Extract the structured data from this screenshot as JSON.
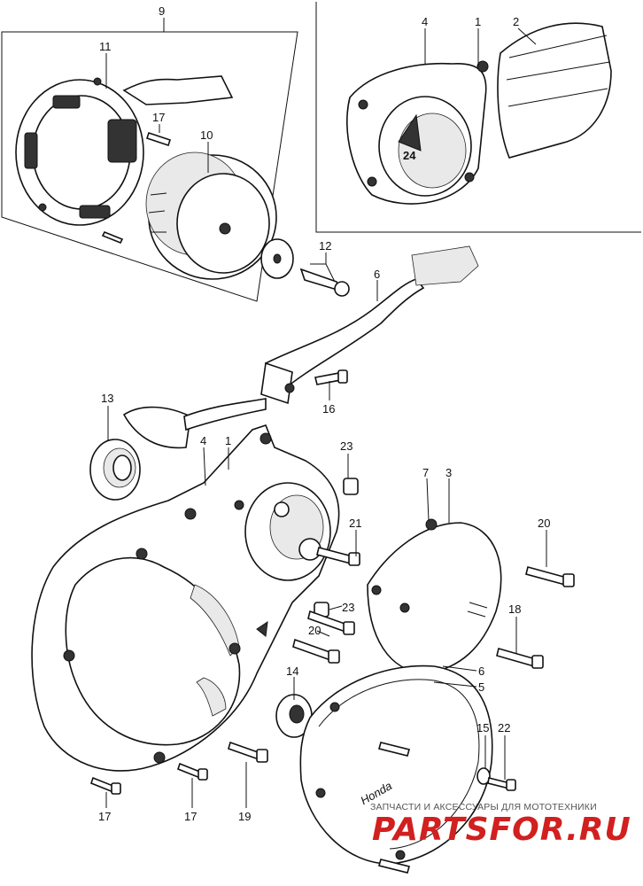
{
  "callouts": {
    "c9": "9",
    "c11": "11",
    "c17a": "17",
    "c10": "10",
    "c12": "12",
    "c4a": "4",
    "c1a": "1",
    "c2": "2",
    "c6a": "6",
    "c13": "13",
    "c16": "16",
    "c4b": "4",
    "c1b": "1",
    "c23a": "23",
    "c7": "7",
    "c3": "3",
    "c20a": "20",
    "c21": "21",
    "c23b": "23",
    "c20b": "20",
    "c18": "18",
    "c14": "14",
    "c6b": "6",
    "c5": "5",
    "c15": "15",
    "c22": "22",
    "c17b": "17",
    "c17c": "17",
    "c19": "19"
  },
  "cover_marking": "24",
  "cover_script": "Honda",
  "watermark": {
    "tagline": "ЗАПЧАСТИ И АКСЕССУАРЫ ДЛЯ МОТОТЕХНИКИ",
    "logo": "PARTSFOR.RU",
    "color": "#d21f1f"
  }
}
